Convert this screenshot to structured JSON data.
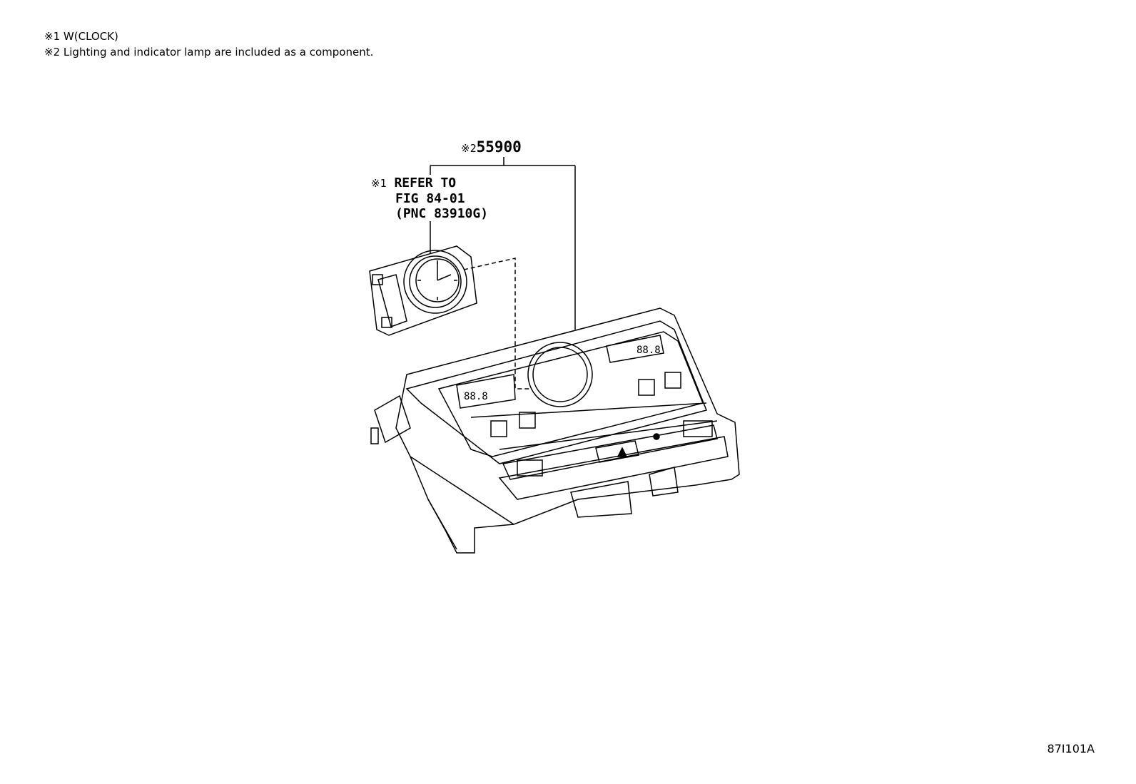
{
  "notes": [
    {
      "mark": "※1",
      "text": "W(CLOCK)"
    },
    {
      "mark": "※2",
      "text": "Lighting and indicator lamp are included as a component."
    }
  ],
  "callouts": {
    "main_part": {
      "mark": "※2",
      "number": "55900"
    },
    "reference": {
      "mark": "※1",
      "lines": [
        "REFER TO",
        "FIG 84-01",
        "(PNC 83910G)"
      ]
    }
  },
  "panel_displays": [
    "88.8",
    "88.8"
  ],
  "figure_code": "87I101A"
}
